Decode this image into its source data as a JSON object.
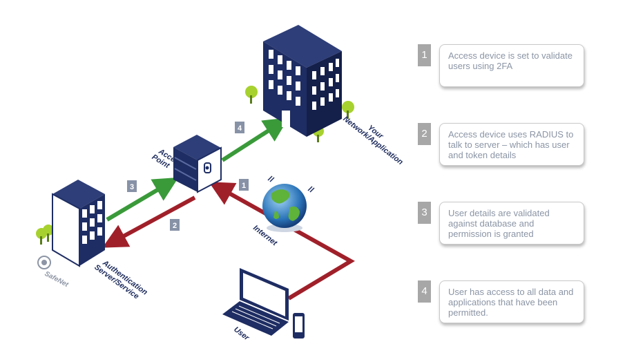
{
  "diagram": {
    "labels": {
      "access_point": [
        "Access",
        "Point"
      ],
      "network": [
        "Your",
        "Network/Application"
      ],
      "internet": "Internet",
      "auth_server": [
        "Authentication",
        "Server/Service"
      ],
      "user": "User",
      "safenet_logo": "SafeNet"
    },
    "badges": {
      "b1": "1",
      "b2": "2",
      "b3": "3",
      "b4": "4"
    },
    "colors": {
      "green": "#3a9a3a",
      "red": "#a0202a",
      "navy": "#1e2d63",
      "badge": "#8792a7"
    }
  },
  "steps": [
    {
      "number": "1",
      "text": "Access device is set to validate users using 2FA"
    },
    {
      "number": "2",
      "text": "Access device uses RADIUS to talk to server – which has user and token details"
    },
    {
      "number": "3",
      "text": "User details are validated against database and permission  is granted"
    },
    {
      "number": "4",
      "text": "User has access to all data and applications that have been permitted."
    }
  ]
}
